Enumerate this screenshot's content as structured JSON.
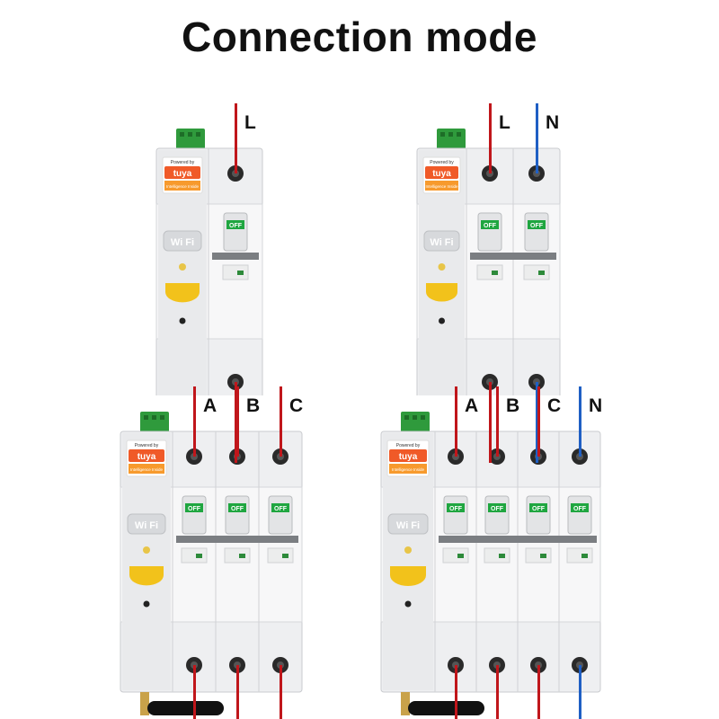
{
  "title": "Connection mode",
  "colors": {
    "line_wire": "#c0161b",
    "neutral_wire": "#1f5fc4",
    "tuya_brand": "#f05a28",
    "off_badge": "#1fa640",
    "terminal_green": "#2f9a3c",
    "knob_yellow": "#f2c21b"
  },
  "module_text": {
    "powered_by": "Powered by",
    "brand": "tuya",
    "brand_sub": "Intelligence Inside",
    "wifi": "Wi Fi",
    "off": "OFF"
  },
  "diagrams": [
    {
      "id": "1p",
      "terminals": [
        "L"
      ]
    },
    {
      "id": "1pn",
      "terminals": [
        "L",
        "N"
      ]
    },
    {
      "id": "3p",
      "terminals": [
        "A",
        "B",
        "C"
      ]
    },
    {
      "id": "3pn",
      "terminals": [
        "A",
        "B",
        "C",
        "N"
      ]
    }
  ]
}
